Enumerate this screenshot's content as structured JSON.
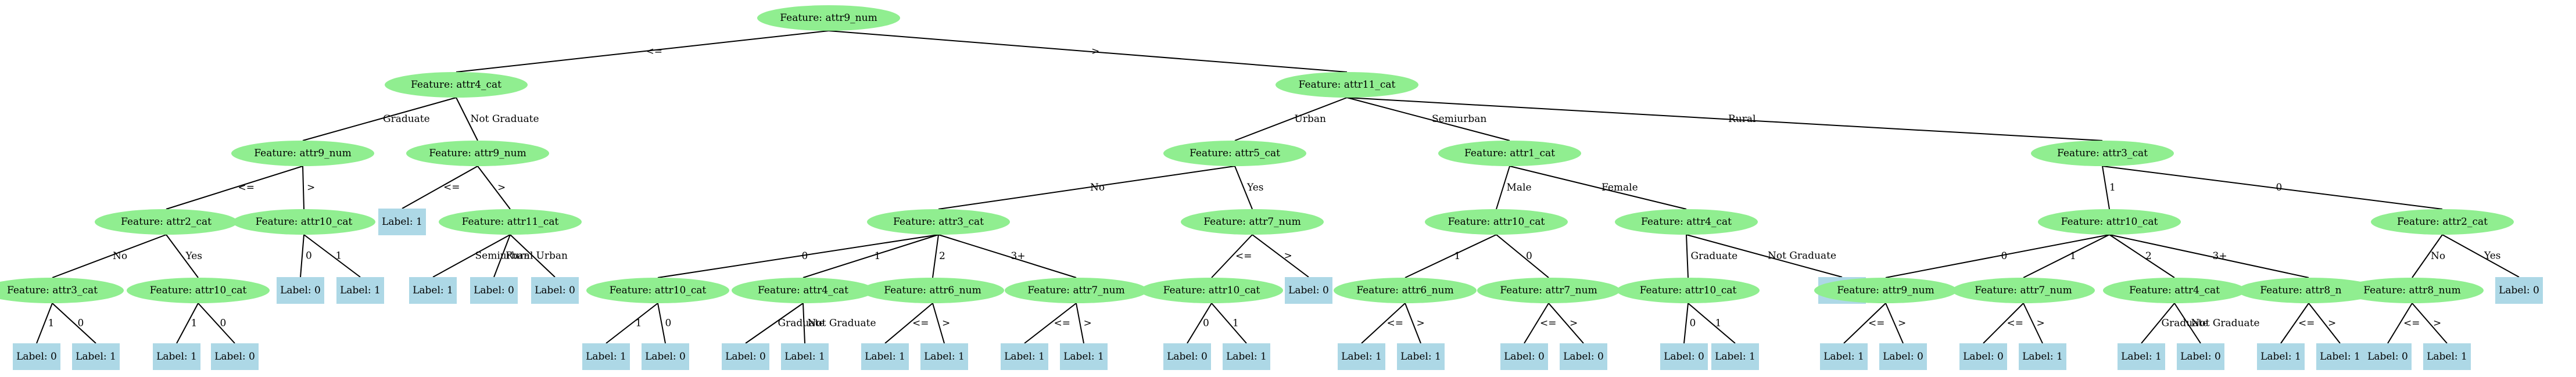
{
  "colors": {
    "feature_node": "#90ee90",
    "leaf_node": "#add8e6",
    "edge": "#000000"
  },
  "nodes": [
    {
      "id": "n0",
      "kind": "feature",
      "text": "Feature: attr9_num"
    },
    {
      "id": "n1",
      "kind": "feature",
      "text": "Feature: attr4_cat"
    },
    {
      "id": "n2",
      "kind": "feature",
      "text": "Feature: attr11_cat"
    },
    {
      "id": "n3",
      "kind": "feature",
      "text": "Feature: attr9_num"
    },
    {
      "id": "n4",
      "kind": "feature",
      "text": "Feature: attr9_num"
    },
    {
      "id": "n5",
      "kind": "feature",
      "text": "Feature: attr2_cat"
    },
    {
      "id": "n6",
      "kind": "feature",
      "text": "Feature: attr10_cat"
    },
    {
      "id": "n7",
      "kind": "feature",
      "text": "Feature: attr3_cat"
    },
    {
      "id": "n8",
      "kind": "feature",
      "text": "Feature: attr10_cat"
    },
    {
      "id": "n9",
      "kind": "leaf",
      "text": "Label: 0"
    },
    {
      "id": "n10",
      "kind": "leaf",
      "text": "Label: 1"
    },
    {
      "id": "n11",
      "kind": "leaf",
      "text": "Label: 1"
    },
    {
      "id": "n12",
      "kind": "leaf",
      "text": "Label: 0"
    },
    {
      "id": "n13",
      "kind": "leaf",
      "text": "Label: 0"
    },
    {
      "id": "n14",
      "kind": "leaf",
      "text": "Label: 1"
    },
    {
      "id": "n15",
      "kind": "leaf",
      "text": "Label: 1"
    },
    {
      "id": "n16",
      "kind": "feature",
      "text": "Feature: attr11_cat"
    },
    {
      "id": "n17",
      "kind": "leaf",
      "text": "Label: 1"
    },
    {
      "id": "n18",
      "kind": "leaf",
      "text": "Label: 0"
    },
    {
      "id": "n19",
      "kind": "leaf",
      "text": "Label: 0"
    },
    {
      "id": "n20",
      "kind": "feature",
      "text": "Feature: attr5_cat"
    },
    {
      "id": "n21",
      "kind": "feature",
      "text": "Feature: attr1_cat"
    },
    {
      "id": "n22",
      "kind": "feature",
      "text": "Feature: attr10_cat"
    },
    {
      "id": "n23",
      "kind": "feature",
      "text": "Feature: attr3_cat"
    },
    {
      "id": "n24",
      "kind": "feature",
      "text": "Feature: attr7_num"
    },
    {
      "id": "n25",
      "kind": "feature",
      "text": "Feature: attr10_cat"
    },
    {
      "id": "n26",
      "kind": "feature",
      "text": "Feature: attr4_cat"
    },
    {
      "id": "n27",
      "kind": "feature",
      "text": "Feature: attr6_num"
    },
    {
      "id": "n28",
      "kind": "feature",
      "text": "Feature: attr7_num"
    },
    {
      "id": "n29",
      "kind": "leaf",
      "text": "Label: 1"
    },
    {
      "id": "n30",
      "kind": "leaf",
      "text": "Label: 0"
    },
    {
      "id": "n31",
      "kind": "leaf",
      "text": "Label: 0"
    },
    {
      "id": "n32",
      "kind": "leaf",
      "text": "Label: 1"
    },
    {
      "id": "n33",
      "kind": "leaf",
      "text": "Label: 1"
    },
    {
      "id": "n34",
      "kind": "leaf",
      "text": "Label: 1"
    },
    {
      "id": "n35",
      "kind": "leaf",
      "text": "Label: 1"
    },
    {
      "id": "n36",
      "kind": "leaf",
      "text": "Label: 1"
    },
    {
      "id": "n37",
      "kind": "feature",
      "text": "Feature: attr10_cat"
    },
    {
      "id": "n38",
      "kind": "leaf",
      "text": "Label: 0"
    },
    {
      "id": "n39",
      "kind": "leaf",
      "text": "Label: 0"
    },
    {
      "id": "n40",
      "kind": "leaf",
      "text": "Label: 1"
    },
    {
      "id": "n41",
      "kind": "feature",
      "text": "Feature: attr10_cat"
    },
    {
      "id": "n42",
      "kind": "feature",
      "text": "Feature: attr4_cat"
    },
    {
      "id": "n43",
      "kind": "feature",
      "text": "Feature: attr6_num"
    },
    {
      "id": "n44",
      "kind": "feature",
      "text": "Feature: attr7_num"
    },
    {
      "id": "n45",
      "kind": "feature",
      "text": "Feature: attr10_cat"
    },
    {
      "id": "n46",
      "kind": "leaf",
      "text": "Label: 1"
    },
    {
      "id": "n47",
      "kind": "leaf",
      "text": "Label: 1"
    },
    {
      "id": "n48",
      "kind": "leaf",
      "text": "Label: 1"
    },
    {
      "id": "n49",
      "kind": "leaf",
      "text": "Label: 0"
    },
    {
      "id": "n50",
      "kind": "leaf",
      "text": "Label: 0"
    },
    {
      "id": "n51",
      "kind": "leaf",
      "text": "Label: 0"
    },
    {
      "id": "n52",
      "kind": "leaf",
      "text": "Label: 1"
    },
    {
      "id": "n53",
      "kind": "feature",
      "text": "Feature: attr3_cat"
    },
    {
      "id": "n54",
      "kind": "feature",
      "text": "Feature: attr2_cat"
    },
    {
      "id": "n55",
      "kind": "feature",
      "text": "Feature: attr9_num"
    },
    {
      "id": "n56",
      "kind": "feature",
      "text": "Feature: attr7_num"
    },
    {
      "id": "n57",
      "kind": "feature",
      "text": "Feature: attr4_cat"
    },
    {
      "id": "n58",
      "kind": "feature",
      "text": "Feature: attr8_num"
    },
    {
      "id": "n59",
      "kind": "feature",
      "text": "Feature: attr8_num"
    },
    {
      "id": "n60",
      "kind": "leaf",
      "text": "Label: 0"
    },
    {
      "id": "n61",
      "kind": "leaf",
      "text": "Label: 1"
    },
    {
      "id": "n62",
      "kind": "leaf",
      "text": "Label: 0"
    },
    {
      "id": "n63",
      "kind": "leaf",
      "text": "Label: 0"
    },
    {
      "id": "n64",
      "kind": "leaf",
      "text": "Label: 1"
    },
    {
      "id": "n65",
      "kind": "leaf",
      "text": "Label: 1"
    },
    {
      "id": "n66",
      "kind": "leaf",
      "text": "Label: 0"
    },
    {
      "id": "n67",
      "kind": "leaf",
      "text": "Label: 1"
    },
    {
      "id": "n68",
      "kind": "leaf",
      "text": "Label: 1"
    },
    {
      "id": "n69",
      "kind": "leaf",
      "text": "Label: 0"
    },
    {
      "id": "n70",
      "kind": "leaf",
      "text": "Label: 1"
    }
  ],
  "edges": [
    {
      "from": "n0",
      "to": "n1",
      "label": "<="
    },
    {
      "from": "n0",
      "to": "n2",
      "label": ">"
    },
    {
      "from": "n1",
      "to": "n3",
      "label": "Graduate"
    },
    {
      "from": "n1",
      "to": "n4",
      "label": "Not Graduate"
    },
    {
      "from": "n3",
      "to": "n5",
      "label": "<="
    },
    {
      "from": "n3",
      "to": "n6",
      "label": ">"
    },
    {
      "from": "n5",
      "to": "n7",
      "label": "No"
    },
    {
      "from": "n5",
      "to": "n8",
      "label": "Yes"
    },
    {
      "from": "n7",
      "to": "n9",
      "label": "1"
    },
    {
      "from": "n7",
      "to": "n10",
      "label": "0"
    },
    {
      "from": "n8",
      "to": "n11",
      "label": "1"
    },
    {
      "from": "n8",
      "to": "n12",
      "label": "0"
    },
    {
      "from": "n6",
      "to": "n13",
      "label": "0"
    },
    {
      "from": "n6",
      "to": "n14",
      "label": "1"
    },
    {
      "from": "n4",
      "to": "n15",
      "label": "<="
    },
    {
      "from": "n4",
      "to": "n16",
      "label": ">"
    },
    {
      "from": "n16",
      "to": "n17",
      "label": "Semiurban"
    },
    {
      "from": "n16",
      "to": "n18",
      "label": "Rural"
    },
    {
      "from": "n16",
      "to": "n19",
      "label": "Urban"
    },
    {
      "from": "n2",
      "to": "n20",
      "label": "Urban"
    },
    {
      "from": "n2",
      "to": "n21",
      "label": "Semiurban"
    },
    {
      "from": "n2",
      "to": "n53",
      "label": "Rural"
    },
    {
      "from": "n20",
      "to": "n23",
      "label": "No"
    },
    {
      "from": "n20",
      "to": "n24",
      "label": "Yes"
    },
    {
      "from": "n23",
      "to": "n25",
      "label": "0"
    },
    {
      "from": "n23",
      "to": "n26",
      "label": "1"
    },
    {
      "from": "n23",
      "to": "n27",
      "label": "2"
    },
    {
      "from": "n23",
      "to": "n28",
      "label": "3+"
    },
    {
      "from": "n25",
      "to": "n29",
      "label": "1"
    },
    {
      "from": "n25",
      "to": "n30",
      "label": "0"
    },
    {
      "from": "n26",
      "to": "n31",
      "label": "Graduate"
    },
    {
      "from": "n26",
      "to": "n32",
      "label": "Not Graduate"
    },
    {
      "from": "n27",
      "to": "n33",
      "label": "<="
    },
    {
      "from": "n27",
      "to": "n34",
      "label": ">"
    },
    {
      "from": "n28",
      "to": "n35",
      "label": "<="
    },
    {
      "from": "n28",
      "to": "n36",
      "label": ">"
    },
    {
      "from": "n24",
      "to": "n37",
      "label": "<="
    },
    {
      "from": "n24",
      "to": "n38",
      "label": ">"
    },
    {
      "from": "n37",
      "to": "n39",
      "label": "0"
    },
    {
      "from": "n37",
      "to": "n40",
      "label": "1"
    },
    {
      "from": "n21",
      "to": "n41",
      "label": "Male"
    },
    {
      "from": "n21",
      "to": "n42",
      "label": "Female"
    },
    {
      "from": "n41",
      "to": "n43",
      "label": "1"
    },
    {
      "from": "n41",
      "to": "n44",
      "label": "0"
    },
    {
      "from": "n43",
      "to": "n46",
      "label": "<="
    },
    {
      "from": "n43",
      "to": "n47",
      "label": ">"
    },
    {
      "from": "n44",
      "to": "n49",
      "label": "<="
    },
    {
      "from": "n44",
      "to": "n50",
      "label": ">"
    },
    {
      "from": "n42",
      "to": "n45",
      "label": "Graduate"
    },
    {
      "from": "n42",
      "to": "n52",
      "label": "Not Graduate"
    },
    {
      "from": "n45",
      "to": "n51",
      "label": "0"
    },
    {
      "from": "n45",
      "to": "n48",
      "label": "1"
    },
    {
      "from": "n53",
      "to": "n22",
      "label": "1"
    },
    {
      "from": "n53",
      "to": "n54",
      "label": "0"
    },
    {
      "from": "n22",
      "to": "n55",
      "label": "0"
    },
    {
      "from": "n22",
      "to": "n56",
      "label": "1"
    },
    {
      "from": "n22",
      "to": "n57",
      "label": "2"
    },
    {
      "from": "n22",
      "to": "n58",
      "label": "3+"
    },
    {
      "from": "n55",
      "to": "n61",
      "label": "<="
    },
    {
      "from": "n55",
      "to": "n60",
      "label": ">"
    },
    {
      "from": "n56",
      "to": "n62",
      "label": "<="
    },
    {
      "from": "n56",
      "to": "n64",
      "label": ">"
    },
    {
      "from": "n57",
      "to": "n65",
      "label": "Graduate"
    },
    {
      "from": "n57",
      "to": "n63",
      "label": "Not Graduate"
    },
    {
      "from": "n58",
      "to": "n67",
      "label": "<="
    },
    {
      "from": "n58",
      "to": "n68",
      "label": ">"
    },
    {
      "from": "n54",
      "to": "n59",
      "label": "No"
    },
    {
      "from": "n54",
      "to": "n69",
      "label": "Yes"
    },
    {
      "from": "n59",
      "to": "n66",
      "label": "<="
    },
    {
      "from": "n59",
      "to": "n70",
      "label": ">"
    }
  ]
}
